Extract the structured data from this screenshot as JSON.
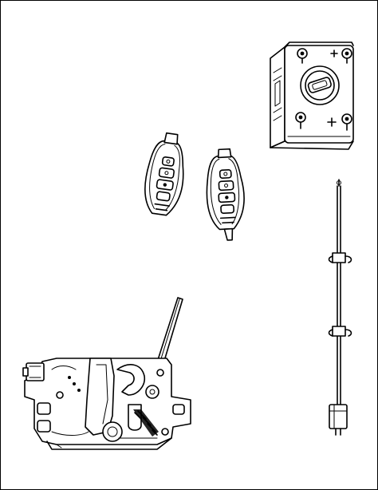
{
  "figure": {
    "background": "#ffffff",
    "stroke_color": "#000000",
    "components": [
      "ignition-module",
      "key-fob-left",
      "key-fob-right",
      "antenna-wire",
      "hood-latch"
    ]
  }
}
